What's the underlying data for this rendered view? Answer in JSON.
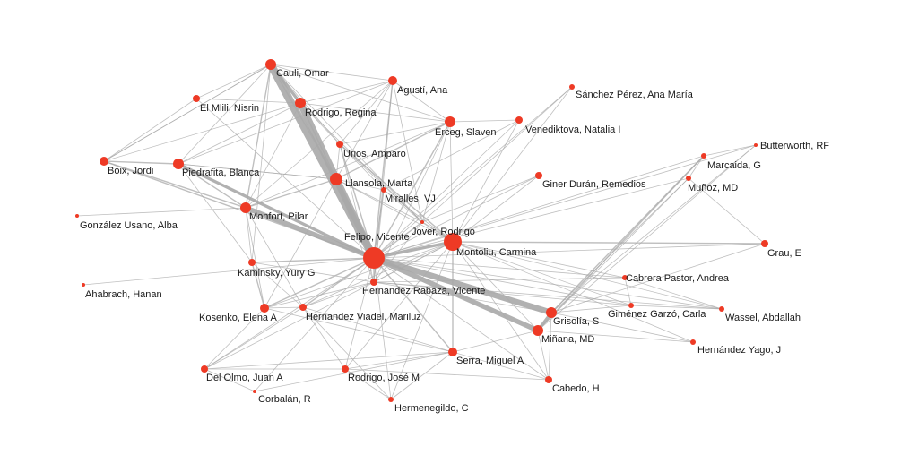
{
  "colors": {
    "node": "#ee3a25",
    "edge": "#a9a9a9",
    "label": "#1a1a1a",
    "background": "#ffffff"
  },
  "nodes": [
    {
      "id": "felipo",
      "label": "Felipo, Vicente"
    },
    {
      "id": "montoliu",
      "label": "Montoliu, Carmina"
    },
    {
      "id": "llansola",
      "label": "Llansola, Marta"
    },
    {
      "id": "cauli",
      "label": "Cauli, Omar"
    },
    {
      "id": "agusti",
      "label": "Agustí, Ana"
    },
    {
      "id": "elmlili",
      "label": "El Mlili, Nisrin"
    },
    {
      "id": "rodrigor",
      "label": "Rodrigo, Regina"
    },
    {
      "id": "sanchez",
      "label": "Sánchez Pérez, Ana María"
    },
    {
      "id": "erceg",
      "label": "Erceg, Slaven"
    },
    {
      "id": "venediktova",
      "label": "Venediktova, Natalia I"
    },
    {
      "id": "urios",
      "label": "Urios, Amparo"
    },
    {
      "id": "boix",
      "label": "Boix, Jordi"
    },
    {
      "id": "piedrafita",
      "label": "Piedrafita, Blanca"
    },
    {
      "id": "butterworth",
      "label": "Butterworth, RF"
    },
    {
      "id": "marcaida",
      "label": "Marcaida, G"
    },
    {
      "id": "giner",
      "label": "Giner Durán, Remedios"
    },
    {
      "id": "munoz",
      "label": "Muñoz, MD"
    },
    {
      "id": "miralles",
      "label": "Miralles, VJ"
    },
    {
      "id": "monfort",
      "label": "Monfort, Pilar"
    },
    {
      "id": "gonzalez",
      "label": "González Usano, Alba"
    },
    {
      "id": "jover",
      "label": "Jover, Rodrigo"
    },
    {
      "id": "grau",
      "label": "Grau, E"
    },
    {
      "id": "kaminsky",
      "label": "Kaminsky, Yury G"
    },
    {
      "id": "cabrera",
      "label": "Cabrera Pastor, Andrea"
    },
    {
      "id": "hernandezr",
      "label": "Hernandez Rabaza, Vicente"
    },
    {
      "id": "ahabrach",
      "label": "Ahabrach, Hanan"
    },
    {
      "id": "gimenez",
      "label": "Giménez Garzó, Carla"
    },
    {
      "id": "wassel",
      "label": "Wassel, Abdallah"
    },
    {
      "id": "kosenko",
      "label": "Kosenko, Elena A"
    },
    {
      "id": "hernandezv",
      "label": "Hernandez Viadel, Mariluz"
    },
    {
      "id": "grisolia",
      "label": "Grisolía, S"
    },
    {
      "id": "minana",
      "label": "Miñana, MD"
    },
    {
      "id": "hernandezy",
      "label": "Hernández Yago, J"
    },
    {
      "id": "serra",
      "label": "Serra, Miguel A"
    },
    {
      "id": "delolmo",
      "label": "Del Olmo, Juan A"
    },
    {
      "id": "rodrigoj",
      "label": "Rodrigo, José M"
    },
    {
      "id": "cabedo",
      "label": "Cabedo, H"
    },
    {
      "id": "corbalan",
      "label": "Corbalán, R"
    },
    {
      "id": "hermenegildo",
      "label": "Hermenegildo, C"
    }
  ],
  "edges": [
    [
      "felipo",
      "montoliu",
      3
    ],
    [
      "felipo",
      "llansola",
      4
    ],
    [
      "felipo",
      "cauli",
      8
    ],
    [
      "felipo",
      "rodrigor",
      7
    ],
    [
      "felipo",
      "grisolia",
      6
    ],
    [
      "felipo",
      "minana",
      5
    ],
    [
      "felipo",
      "monfort",
      5
    ],
    [
      "felipo",
      "piedrafita",
      3
    ],
    [
      "felipo",
      "erceg",
      2
    ],
    [
      "felipo",
      "agusti",
      2
    ],
    [
      "felipo",
      "urios",
      2
    ],
    [
      "felipo",
      "boix",
      2
    ],
    [
      "felipo",
      "jover",
      2
    ],
    [
      "felipo",
      "hernandezr",
      2
    ],
    [
      "felipo",
      "kaminsky",
      2
    ],
    [
      "felipo",
      "kosenko",
      2
    ],
    [
      "felipo",
      "hernandezv",
      2
    ],
    [
      "felipo",
      "serra",
      2
    ],
    [
      "felipo",
      "miralles",
      2
    ],
    [
      "felipo",
      "delolmo",
      1
    ],
    [
      "felipo",
      "rodrigoj",
      1
    ],
    [
      "felipo",
      "cabrera",
      1
    ],
    [
      "felipo",
      "gimenez",
      1
    ],
    [
      "felipo",
      "wassel",
      1
    ],
    [
      "felipo",
      "grau",
      1
    ],
    [
      "felipo",
      "marcaida",
      1
    ],
    [
      "felipo",
      "munoz",
      1
    ],
    [
      "felipo",
      "giner",
      1
    ],
    [
      "felipo",
      "elmlili",
      1
    ],
    [
      "felipo",
      "venediktova",
      1
    ],
    [
      "felipo",
      "hermenegildo",
      1
    ],
    [
      "felipo",
      "cabedo",
      1
    ],
    [
      "felipo",
      "butterworth",
      1
    ],
    [
      "felipo",
      "sanchez",
      1
    ],
    [
      "felipo",
      "corbalan",
      1
    ],
    [
      "montoliu",
      "grau",
      2
    ],
    [
      "montoliu",
      "jover",
      2
    ],
    [
      "montoliu",
      "serra",
      2
    ],
    [
      "montoliu",
      "urios",
      2
    ],
    [
      "montoliu",
      "giner",
      1
    ],
    [
      "montoliu",
      "cabrera",
      1
    ],
    [
      "montoliu",
      "gimenez",
      1
    ],
    [
      "montoliu",
      "wassel",
      1
    ],
    [
      "montoliu",
      "hernandezv",
      1
    ],
    [
      "montoliu",
      "kosenko",
      1
    ],
    [
      "montoliu",
      "erceg",
      1
    ],
    [
      "montoliu",
      "llansola",
      1
    ],
    [
      "montoliu",
      "delolmo",
      1
    ],
    [
      "montoliu",
      "rodrigoj",
      1
    ],
    [
      "montoliu",
      "hernandezr",
      1
    ],
    [
      "montoliu",
      "miralles",
      1
    ],
    [
      "montoliu",
      "hermenegildo",
      1
    ],
    [
      "montoliu",
      "sanchez",
      1
    ],
    [
      "montoliu",
      "venediktova",
      1
    ],
    [
      "montoliu",
      "minana",
      1
    ],
    [
      "llansola",
      "cauli",
      2
    ],
    [
      "llansola",
      "rodrigor",
      2
    ],
    [
      "llansola",
      "erceg",
      2
    ],
    [
      "llansola",
      "urios",
      1
    ],
    [
      "llansola",
      "monfort",
      2
    ],
    [
      "llansola",
      "kosenko",
      1
    ],
    [
      "llansola",
      "piedrafita",
      1
    ],
    [
      "llansola",
      "agusti",
      1
    ],
    [
      "llansola",
      "miralles",
      1
    ],
    [
      "llansola",
      "jover",
      1
    ],
    [
      "llansola",
      "hernandezr",
      1
    ],
    [
      "cauli",
      "rodrigor",
      3
    ],
    [
      "cauli",
      "elmlili",
      1
    ],
    [
      "cauli",
      "boix",
      1
    ],
    [
      "cauli",
      "agusti",
      1
    ],
    [
      "cauli",
      "piedrafita",
      1
    ],
    [
      "cauli",
      "monfort",
      2
    ],
    [
      "cauli",
      "erceg",
      1
    ],
    [
      "cauli",
      "kaminsky",
      1
    ],
    [
      "cauli",
      "jover",
      1
    ],
    [
      "cauli",
      "urios",
      1
    ],
    [
      "rodrigor",
      "piedrafita",
      1
    ],
    [
      "rodrigor",
      "boix",
      1
    ],
    [
      "rodrigor",
      "monfort",
      1
    ],
    [
      "rodrigor",
      "erceg",
      1
    ],
    [
      "rodrigor",
      "agusti",
      1
    ],
    [
      "rodrigor",
      "elmlili",
      1
    ],
    [
      "rodrigor",
      "urios",
      1
    ],
    [
      "rodrigor",
      "jover",
      1
    ],
    [
      "boix",
      "piedrafita",
      2
    ],
    [
      "boix",
      "monfort",
      2
    ],
    [
      "boix",
      "elmlili",
      1
    ],
    [
      "boix",
      "cauli",
      1
    ],
    [
      "piedrafita",
      "monfort",
      2
    ],
    [
      "piedrafita",
      "agusti",
      1
    ],
    [
      "piedrafita",
      "kaminsky",
      1
    ],
    [
      "piedrafita",
      "llansola",
      1
    ],
    [
      "monfort",
      "kosenko",
      1
    ],
    [
      "monfort",
      "kaminsky",
      1
    ],
    [
      "monfort",
      "gonzalez",
      1
    ],
    [
      "monfort",
      "hernandezv",
      1
    ],
    [
      "monfort",
      "erceg",
      1
    ],
    [
      "monfort",
      "agusti",
      1
    ],
    [
      "agusti",
      "erceg",
      1
    ],
    [
      "agusti",
      "urios",
      1
    ],
    [
      "agusti",
      "hernandezr",
      1
    ],
    [
      "agusti",
      "jover",
      1
    ],
    [
      "erceg",
      "venediktova",
      1
    ],
    [
      "erceg",
      "urios",
      1
    ],
    [
      "erceg",
      "hernandezr",
      1
    ],
    [
      "erceg",
      "jover",
      1
    ],
    [
      "grisolia",
      "minana",
      3
    ],
    [
      "grisolia",
      "marcaida",
      2
    ],
    [
      "grisolia",
      "munoz",
      1
    ],
    [
      "grisolia",
      "grau",
      1
    ],
    [
      "grisolia",
      "cabedo",
      1
    ],
    [
      "grisolia",
      "hernandezy",
      1
    ],
    [
      "grisolia",
      "butterworth",
      1
    ],
    [
      "grisolia",
      "hernandezr",
      1
    ],
    [
      "minana",
      "marcaida",
      2
    ],
    [
      "minana",
      "cabedo",
      1
    ],
    [
      "minana",
      "hernandezy",
      1
    ],
    [
      "minana",
      "munoz",
      1
    ],
    [
      "minana",
      "butterworth",
      1
    ],
    [
      "minana",
      "serra",
      1
    ],
    [
      "serra",
      "delolmo",
      1
    ],
    [
      "serra",
      "rodrigoj",
      1
    ],
    [
      "serra",
      "hermenegildo",
      1
    ],
    [
      "serra",
      "hernandezv",
      1
    ],
    [
      "serra",
      "kosenko",
      1
    ],
    [
      "serra",
      "corbalan",
      1
    ],
    [
      "serra",
      "cabedo",
      1
    ],
    [
      "kosenko",
      "kaminsky",
      2
    ],
    [
      "kosenko",
      "hernandezv",
      1
    ],
    [
      "kosenko",
      "hernandezr",
      1
    ],
    [
      "kosenko",
      "delolmo",
      1
    ],
    [
      "kaminsky",
      "hernandezv",
      1
    ],
    [
      "kaminsky",
      "hernandezr",
      1
    ],
    [
      "hernandezv",
      "hernandezr",
      1
    ],
    [
      "hernandezv",
      "rodrigoj",
      1
    ],
    [
      "hernandezv",
      "delolmo",
      1
    ],
    [
      "hernandezv",
      "hermenegildo",
      1
    ],
    [
      "delolmo",
      "rodrigoj",
      1
    ],
    [
      "rodrigoj",
      "hermenegildo",
      1
    ],
    [
      "rodrigoj",
      "cabedo",
      1
    ],
    [
      "delolmo",
      "corbalan",
      1
    ],
    [
      "hernandezr",
      "cabrera",
      1
    ],
    [
      "hernandezr",
      "gimenez",
      1
    ],
    [
      "hernandezr",
      "wassel",
      1
    ],
    [
      "hernandezr",
      "jover",
      1
    ],
    [
      "hernandezr",
      "urios",
      1
    ],
    [
      "hernandezr",
      "miralles",
      1
    ],
    [
      "gimenez",
      "cabrera",
      1
    ],
    [
      "gimenez",
      "wassel",
      1
    ],
    [
      "cabrera",
      "wassel",
      1
    ],
    [
      "gimenez",
      "grisolia",
      1
    ],
    [
      "jover",
      "giner",
      1
    ],
    [
      "jover",
      "urios",
      1
    ],
    [
      "jover",
      "miralles",
      1
    ],
    [
      "jover",
      "sanchez",
      1
    ],
    [
      "urios",
      "miralles",
      1
    ],
    [
      "miralles",
      "venediktova",
      1
    ],
    [
      "marcaida",
      "munoz",
      1
    ],
    [
      "marcaida",
      "butterworth",
      1
    ],
    [
      "munoz",
      "grau",
      1
    ],
    [
      "felipo",
      "ahabrach",
      1
    ],
    [
      "montoliu",
      "cabedo",
      1
    ],
    [
      "montoliu",
      "hernandezy",
      1
    ]
  ]
}
